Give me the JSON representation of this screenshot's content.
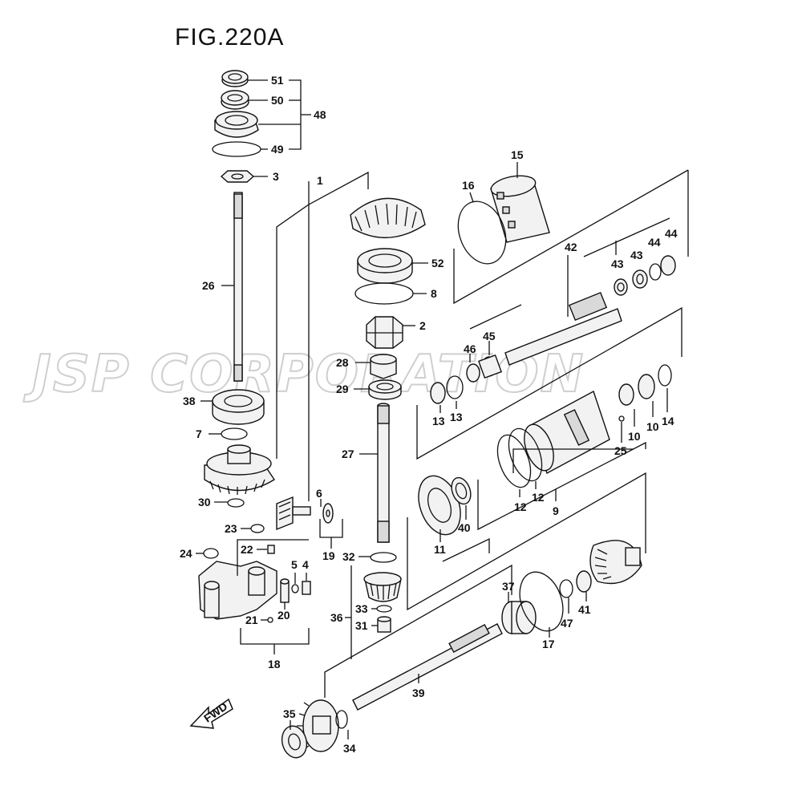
{
  "figure": {
    "title": "FIG.220A"
  },
  "watermark": {
    "text": "JSP CORPORATION"
  },
  "fwd_arrow": {
    "label": "FWD"
  },
  "callouts": {
    "c51": "51",
    "c50": "50",
    "c48": "48",
    "c49": "49",
    "c3": "3",
    "c1": "1",
    "c26": "26",
    "c38": "38",
    "c7": "7",
    "c30": "30",
    "c6": "6",
    "c23": "23",
    "c19": "19",
    "c22": "22",
    "c24": "24",
    "c5": "5",
    "c4": "4",
    "c21": "21",
    "c20": "20",
    "c18": "18",
    "c52": "52",
    "c8": "8",
    "c2": "2",
    "c28": "28",
    "c29": "29",
    "c27": "27",
    "c32": "32",
    "c33": "33",
    "c31": "31",
    "c36": "36",
    "c15": "15",
    "c16": "16",
    "c42": "42",
    "c43a": "43",
    "c43b": "43",
    "c44a": "44",
    "c44b": "44",
    "c45": "45",
    "c46": "46",
    "c13a": "13",
    "c13b": "13",
    "c25": "25",
    "c10a": "10",
    "c10b": "10",
    "c14": "14",
    "c12a": "12",
    "c12b": "12",
    "c9": "9",
    "c40": "40",
    "c11": "11",
    "c37": "37",
    "c47": "47",
    "c41": "41",
    "c17": "17",
    "c39": "39",
    "c35": "35",
    "c34": "34"
  }
}
